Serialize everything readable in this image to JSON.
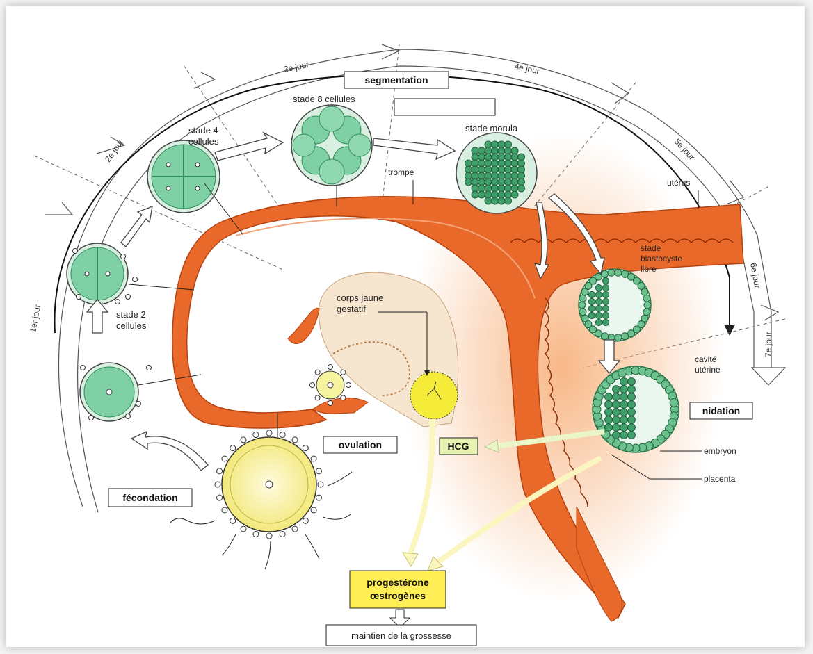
{
  "days": {
    "d1": "1er jour",
    "d2": "2e jour",
    "d3": "3e jour",
    "d4": "4e jour",
    "d5": "5e jour",
    "d6": "6e jour",
    "d7": "7e jour"
  },
  "boxes": {
    "segmentation": "segmentation",
    "fecondation": "fécondation",
    "ovulation": "ovulation",
    "nidation": "nidation",
    "hcg": "HCG",
    "hormones_line1": "progestérone",
    "hormones_line2": "œstrogènes",
    "maintien": "maintien de la grossesse",
    "blank": ""
  },
  "labels": {
    "stade8": "stade 8 cellules",
    "stade4_line1": "stade 4",
    "stade4_line2": "cellules",
    "stade2_line1": "stade 2",
    "stade2_line2": "cellules",
    "morula": "stade morula",
    "trompe": "trompe",
    "uterus": "utérus",
    "blasto_line1": "stade",
    "blasto_line2": "blastocyste",
    "blasto_line3": "libre",
    "corps_line1": "corps jaune",
    "corps_line2": "gestatif",
    "cavite_line1": "cavité",
    "cavite_line2": "utérine",
    "embryon": "embryon",
    "placenta": "placenta"
  },
  "colors": {
    "tube": "#e8692a",
    "tube_dark": "#c44a14",
    "cell_green": "#7fd0a4",
    "cell_dark": "#2e8b57",
    "yellow_box": "#ffee55",
    "hcg_box": "#e6f3b0",
    "ovary": "#f6e6cf"
  }
}
